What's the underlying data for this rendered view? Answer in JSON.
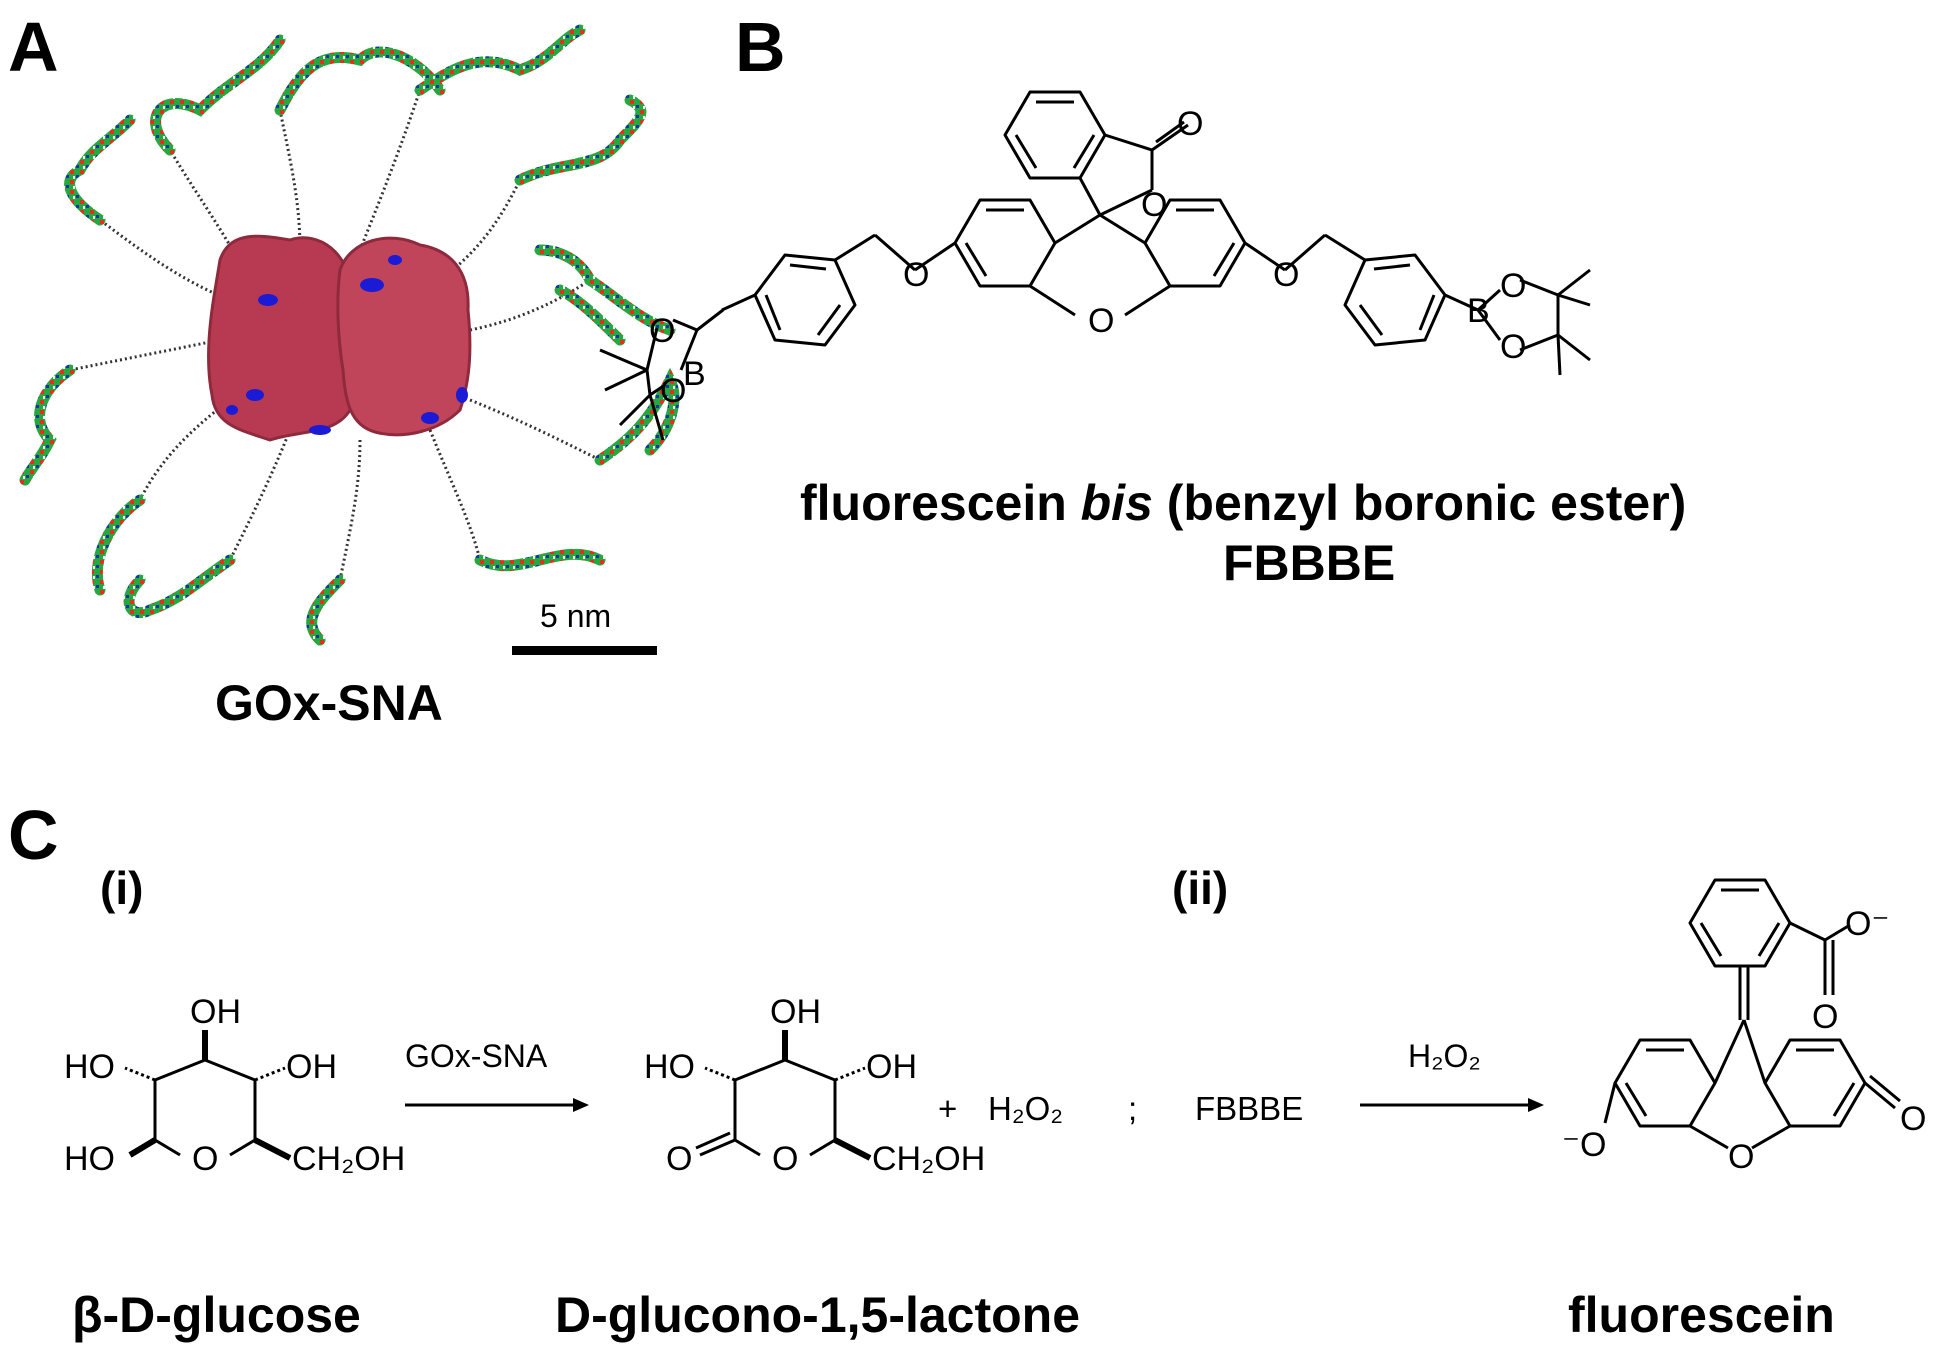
{
  "panels": {
    "a": {
      "letter": "A",
      "caption": "GOx-SNA",
      "scale_bar_label": "5 nm",
      "colors": {
        "protein": "#b83a52",
        "protein_dark": "#8e2a3c",
        "patch": "#1b1bd6",
        "dna_green": "#27a83f",
        "dna_red": "#e0301e",
        "linker": "#333333"
      }
    },
    "b": {
      "letter": "B",
      "caption_prefix": "fluorescein ",
      "caption_italic": "bis",
      "caption_suffix": " (benzyl boronic ester)",
      "caption_line2": "FBBBE",
      "atoms": {
        "o": "O",
        "b": "B"
      }
    },
    "c": {
      "letter": "C",
      "step_i": "(i)",
      "step_ii": "(ii)",
      "glucose": {
        "oh_top": "OH",
        "ho_left": "HO",
        "oh_right": "OH",
        "ho_bottom": "HO",
        "ring_o": "O",
        "ch2oh": "CH₂OH",
        "name": "β-D-glucose"
      },
      "arrow1_label": "GOx-SNA",
      "lactone": {
        "oh_top": "OH",
        "ho_left": "HO",
        "oh_right": "OH",
        "carbonyl_o": "O",
        "ring_o": "O",
        "ch2oh": "CH₂OH",
        "name": "D-glucono-1,5-lactone"
      },
      "plus": "+",
      "h2o2": "H₂O₂",
      "semicolon": ";",
      "reactant": "FBBBE",
      "arrow2_label": "H₂O₂",
      "fluorescein": {
        "carboxylate": "O⁻",
        "carbonyl_o": "O",
        "phenoxide": "⁻O",
        "ring_o": "O",
        "keto_o": "O",
        "name": "fluorescein"
      }
    }
  }
}
